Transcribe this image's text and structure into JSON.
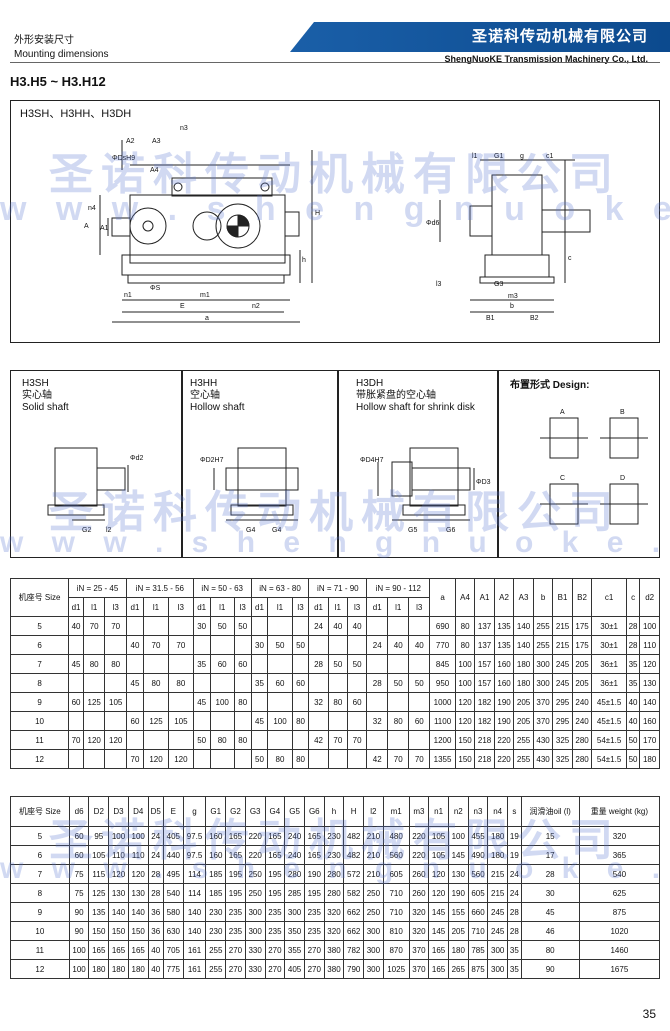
{
  "header": {
    "section_cn": "外形安装尺寸",
    "section_en": "Mounting dimensions",
    "company_cn": "圣诺科传动机械有限公司",
    "company_en": "ShengNuoKE Transmission Machinery Co., Ltd."
  },
  "model_range": "H3.H5 ~ H3.H12",
  "main_drawing": {
    "title": "H3SH、H3HH、H3DH",
    "labels": [
      "n3",
      "A2",
      "A3",
      "ΦDsH9",
      "n4",
      "A1",
      "A",
      "A4",
      "ΦS",
      "n1",
      "m1",
      "E",
      "n2",
      "a",
      "H",
      "h",
      "l1",
      "G1",
      "g",
      "c1",
      "Φd6",
      "l3",
      "G3",
      "m3",
      "c",
      "B1",
      "b",
      "B2"
    ]
  },
  "shaft_types": [
    {
      "code": "H3SH",
      "cn": "实心轴",
      "en": "Solid shaft",
      "labels": [
        "Φd2",
        "G2",
        "l2"
      ]
    },
    {
      "code": "H3HH",
      "cn": "空心轴",
      "en": "Hollow shaft",
      "labels": [
        "ΦD2H7",
        "G4",
        "G4"
      ]
    },
    {
      "code": "H3DH",
      "cn": "带胀紧盘的空心轴",
      "en": "Hollow shaft for shrink disk",
      "labels": [
        "ΦD4H7",
        "ΦD3",
        "G5",
        "G6"
      ]
    }
  ],
  "design": {
    "title": "布置形式 Design:",
    "labels": [
      "A",
      "B",
      "C",
      "D"
    ]
  },
  "watermark": {
    "cn": "圣诺科传动机械有限公司",
    "en": "w w w . s h e n g n u o k e . c o m"
  },
  "table1": {
    "size_header": "机座号 Size",
    "ratio_groups": [
      "iN = 25 - 45",
      "iN = 31.5 - 56",
      "iN = 50 - 63",
      "iN = 63 - 80",
      "iN = 71 - 90",
      "iN = 90 - 112"
    ],
    "sub_headers": [
      "d1",
      "l1",
      "l3"
    ],
    "tail_headers": [
      "a",
      "A4",
      "A1",
      "A2",
      "A3",
      "b",
      "B1",
      "B2",
      "c1",
      "c",
      "d2"
    ],
    "rows": [
      [
        "5",
        "40",
        "70",
        "70",
        "",
        "",
        "",
        "30",
        "50",
        "50",
        "",
        "",
        "",
        "24",
        "40",
        "40",
        "",
        "",
        "",
        "690",
        "80",
        "137",
        "135",
        "140",
        "255",
        "215",
        "175",
        "30±1",
        "28",
        "100"
      ],
      [
        "6",
        "",
        "",
        "",
        "40",
        "70",
        "70",
        "",
        "",
        "",
        "30",
        "50",
        "50",
        "",
        "",
        "",
        "24",
        "40",
        "40",
        "770",
        "80",
        "137",
        "135",
        "140",
        "255",
        "215",
        "175",
        "30±1",
        "28",
        "110"
      ],
      [
        "7",
        "45",
        "80",
        "80",
        "",
        "",
        "",
        "35",
        "60",
        "60",
        "",
        "",
        "",
        "28",
        "50",
        "50",
        "",
        "",
        "",
        "845",
        "100",
        "157",
        "160",
        "180",
        "300",
        "245",
        "205",
        "36±1",
        "35",
        "120"
      ],
      [
        "8",
        "",
        "",
        "",
        "45",
        "80",
        "80",
        "",
        "",
        "",
        "35",
        "60",
        "60",
        "",
        "",
        "",
        "28",
        "50",
        "50",
        "950",
        "100",
        "157",
        "160",
        "180",
        "300",
        "245",
        "205",
        "36±1",
        "35",
        "130"
      ],
      [
        "9",
        "60",
        "125",
        "105",
        "",
        "",
        "",
        "45",
        "100",
        "80",
        "",
        "",
        "",
        "32",
        "80",
        "60",
        "",
        "",
        "",
        "1000",
        "120",
        "182",
        "190",
        "205",
        "370",
        "295",
        "240",
        "45±1.5",
        "40",
        "140"
      ],
      [
        "10",
        "",
        "",
        "",
        "60",
        "125",
        "105",
        "",
        "",
        "",
        "45",
        "100",
        "80",
        "",
        "",
        "",
        "32",
        "80",
        "60",
        "1100",
        "120",
        "182",
        "190",
        "205",
        "370",
        "295",
        "240",
        "45±1.5",
        "40",
        "160"
      ],
      [
        "11",
        "70",
        "120",
        "120",
        "",
        "",
        "",
        "50",
        "80",
        "80",
        "",
        "",
        "",
        "42",
        "70",
        "70",
        "",
        "",
        "",
        "1200",
        "150",
        "218",
        "220",
        "255",
        "430",
        "325",
        "280",
        "54±1.5",
        "50",
        "170"
      ],
      [
        "12",
        "",
        "",
        "",
        "70",
        "120",
        "120",
        "",
        "",
        "",
        "50",
        "80",
        "80",
        "",
        "",
        "",
        "42",
        "70",
        "70",
        "1355",
        "150",
        "218",
        "220",
        "255",
        "430",
        "325",
        "280",
        "54±1.5",
        "50",
        "180"
      ]
    ]
  },
  "table2": {
    "size_header": "机座号 Size",
    "headers": [
      "d6",
      "D2",
      "D3",
      "D4",
      "D5",
      "E",
      "g",
      "G1",
      "G2",
      "G3",
      "G4",
      "G5",
      "G6",
      "h",
      "H",
      "l2",
      "m1",
      "m3",
      "n1",
      "n2",
      "n3",
      "n4",
      "s"
    ],
    "oil_header": "润滑油oil (l)",
    "weight_header": "重量 weight (kg)",
    "rows": [
      [
        "5",
        "60",
        "95",
        "100",
        "100",
        "24",
        "405",
        "97.5",
        "160",
        "165",
        "220",
        "165",
        "240",
        "165",
        "230",
        "482",
        "210",
        "480",
        "220",
        "105",
        "100",
        "455",
        "180",
        "19",
        "15",
        "320"
      ],
      [
        "6",
        "60",
        "105",
        "110",
        "110",
        "24",
        "440",
        "97.5",
        "160",
        "165",
        "220",
        "165",
        "240",
        "165",
        "230",
        "482",
        "210",
        "560",
        "220",
        "105",
        "145",
        "490",
        "180",
        "19",
        "17",
        "365"
      ],
      [
        "7",
        "75",
        "115",
        "120",
        "120",
        "28",
        "495",
        "114",
        "185",
        "195",
        "250",
        "195",
        "280",
        "190",
        "280",
        "572",
        "210",
        "605",
        "260",
        "120",
        "130",
        "560",
        "215",
        "24",
        "28",
        "540"
      ],
      [
        "8",
        "75",
        "125",
        "130",
        "130",
        "28",
        "540",
        "114",
        "185",
        "195",
        "250",
        "195",
        "285",
        "195",
        "280",
        "582",
        "250",
        "710",
        "260",
        "120",
        "190",
        "605",
        "215",
        "24",
        "30",
        "625"
      ],
      [
        "9",
        "90",
        "135",
        "140",
        "140",
        "36",
        "580",
        "140",
        "230",
        "235",
        "300",
        "235",
        "300",
        "235",
        "320",
        "662",
        "250",
        "710",
        "320",
        "145",
        "155",
        "660",
        "245",
        "28",
        "45",
        "875"
      ],
      [
        "10",
        "90",
        "150",
        "150",
        "150",
        "36",
        "630",
        "140",
        "230",
        "235",
        "300",
        "235",
        "350",
        "235",
        "320",
        "662",
        "300",
        "810",
        "320",
        "145",
        "205",
        "710",
        "245",
        "28",
        "46",
        "1020"
      ],
      [
        "11",
        "100",
        "165",
        "165",
        "165",
        "40",
        "705",
        "161",
        "255",
        "270",
        "330",
        "270",
        "355",
        "270",
        "380",
        "782",
        "300",
        "870",
        "370",
        "165",
        "180",
        "785",
        "300",
        "35",
        "80",
        "1460"
      ],
      [
        "12",
        "100",
        "180",
        "180",
        "180",
        "40",
        "775",
        "161",
        "255",
        "270",
        "330",
        "270",
        "405",
        "270",
        "380",
        "790",
        "300",
        "1025",
        "370",
        "165",
        "265",
        "875",
        "300",
        "35",
        "90",
        "1675"
      ]
    ]
  },
  "page_number": "35"
}
